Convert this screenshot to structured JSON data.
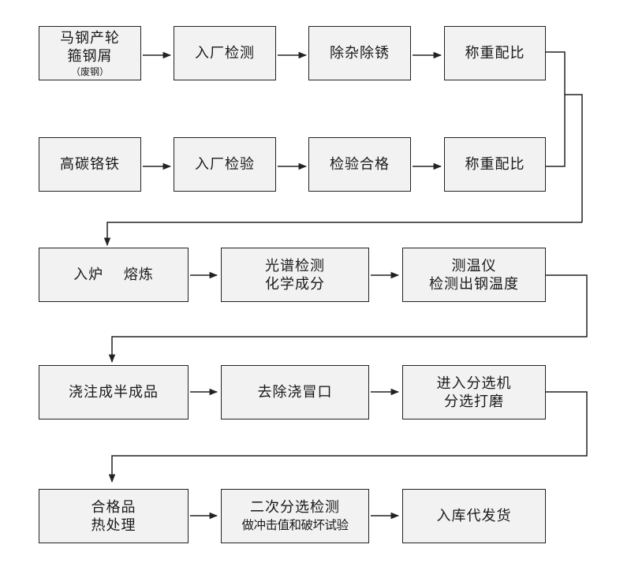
{
  "row1": {
    "source": {
      "line1": "马钢产轮",
      "line2": "箍钢屑",
      "note": "（废钢）"
    },
    "step1": "入厂检测",
    "step2": "除杂除锈",
    "step3": "称重配比"
  },
  "row2": {
    "source": "高碳铬铁",
    "step1": "入厂检验",
    "step2": "检验合格",
    "step3": "称重配比"
  },
  "row3": {
    "step1": "入炉　 熔炼",
    "step2": {
      "line1": "光谱检测",
      "line2": "化学成分"
    },
    "step3": {
      "line1": "测温仪",
      "line2": "检测出钢温度"
    }
  },
  "row4": {
    "step1": "浇注成半成品",
    "step2": "去除浇冒口",
    "step3": {
      "line1": "进入分选机",
      "line2": "分选打磨"
    }
  },
  "row5": {
    "step1": {
      "line1": "合格品",
      "line2": "热处理"
    },
    "step2": {
      "line1": "二次分选检测",
      "line2": "做冲击值和破坏试验"
    },
    "step3": "入库代发货"
  }
}
